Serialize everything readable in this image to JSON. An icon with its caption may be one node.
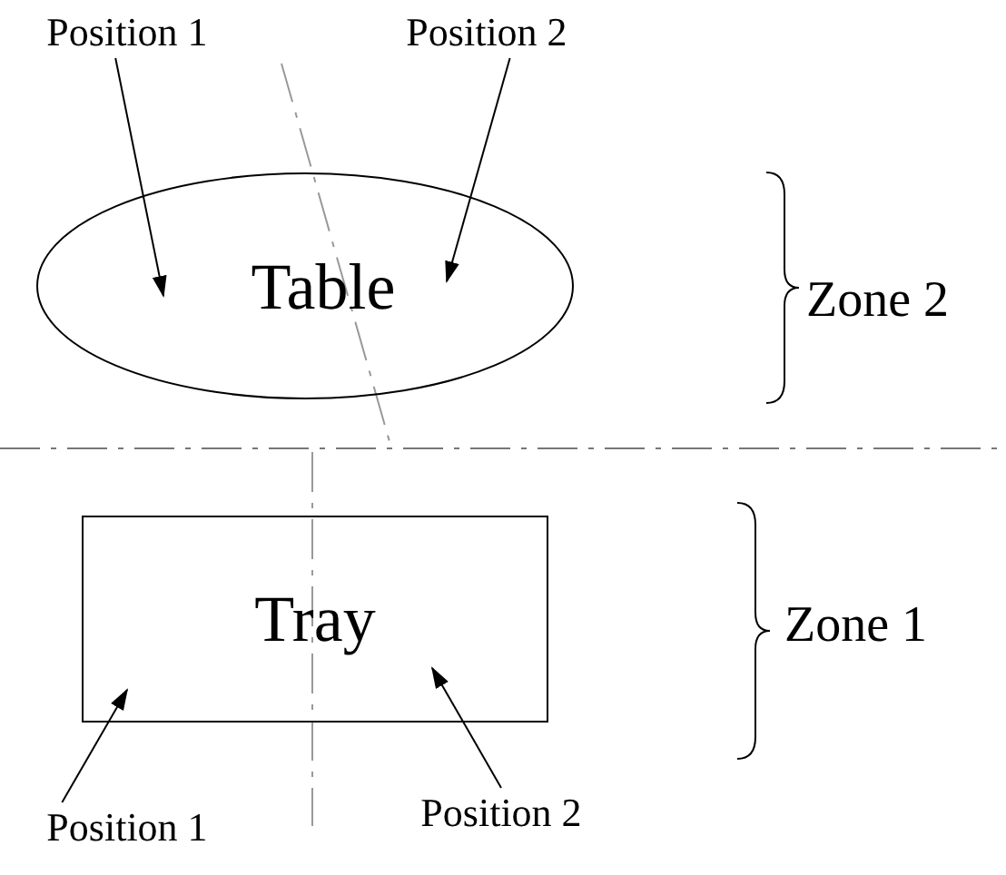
{
  "diagram": {
    "nodes": [
      {
        "text": [
          "Position 1"
        ]
      },
      {
        "text": [
          "Position 2"
        ]
      },
      {
        "text": [
          "Table"
        ]
      },
      {
        "text": [
          "Tray"
        ]
      },
      {
        "text": [
          "Position 1"
        ]
      },
      {
        "text": [
          "Position 2"
        ]
      }
    ],
    "edges": [
      {
        "from": 0,
        "to": 2,
        "arrow": "to"
      },
      {
        "from": 1,
        "to": 2,
        "arrow": "to"
      },
      {
        "from": 4,
        "to": 3,
        "arrow": "to"
      },
      {
        "from": 5,
        "to": 3,
        "arrow": "to"
      }
    ],
    "labels": [
      "Zone 2",
      "Zone 1"
    ]
  }
}
